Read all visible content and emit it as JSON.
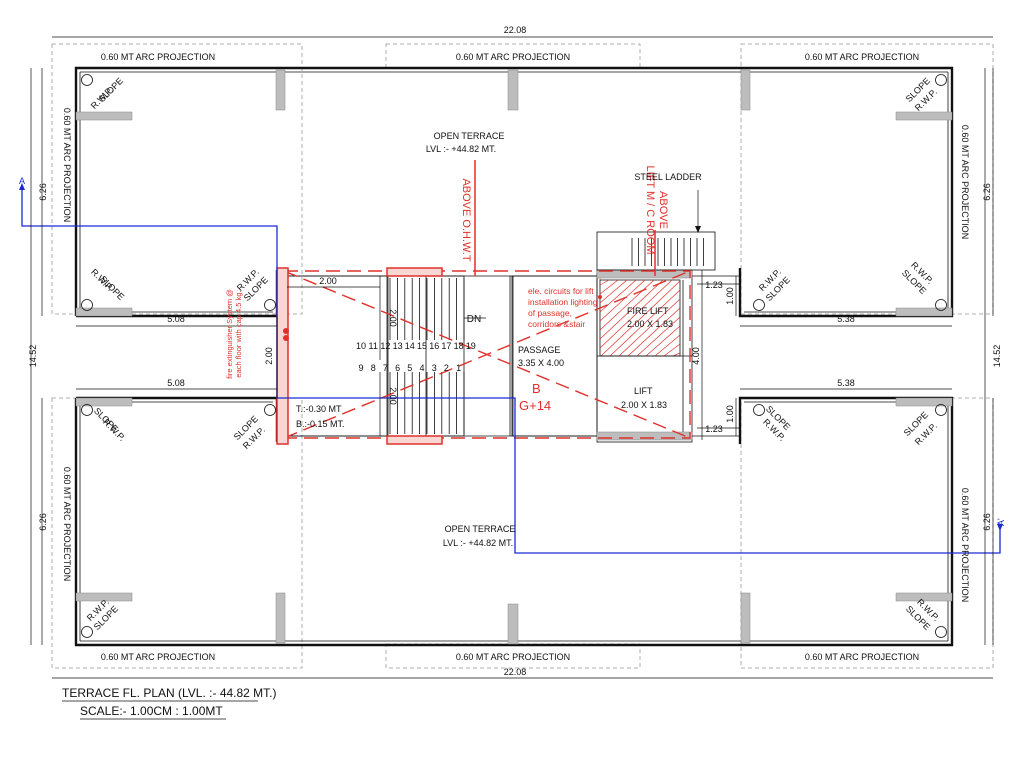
{
  "title": {
    "plan": "TERRACE FL. PLAN (LVL. :- 44.82 MT.)",
    "scale": "SCALE:- 1.00CM : 1.00MT"
  },
  "dimensions": {
    "overall_width": "22.08",
    "overall_depth": "14.52",
    "wing_depth": "6.26",
    "wing_width_left": "5.08",
    "wing_width_right": "5.38",
    "stair_width": "2.00",
    "stair_length": "2.00",
    "lift_gap": "1.23",
    "lift_offset": "1.00",
    "core_depth": "4.00"
  },
  "labels": {
    "arc_projection": "0.60 MT ARC PROJECTION",
    "open_terrace": "OPEN TERRACE",
    "terrace_level": "LVL :- +44.82 MT.",
    "above_ohwt": "ABOVE O.H.W.T",
    "above_lift_room_1": "ABOVE",
    "above_lift_room_2": "LIFT M / C ROOM",
    "steel_ladder": "STEEL LADDER",
    "rwp": "R.W.P.",
    "slope": "SLOPE",
    "dn": "DN",
    "passage": "PASSAGE",
    "passage_size": "3.35 X 4.00",
    "fire_lift": "FIRE LIFT",
    "fire_lift_size": "2.00 X 1.83",
    "lift": "LIFT",
    "lift_size": "2.00 X 1.83",
    "building_code": "B",
    "floors": "G+14",
    "level_t": "T.:-0.30 MT",
    "level_b": "B.:-0.15 MT.",
    "ele_note_1": "ele. circuits for lift",
    "ele_note_2": "installation lighting",
    "ele_note_3": "of passage,",
    "ele_note_4": "corridors &stair",
    "fire_note_1": "fire extinguisher System @",
    "fire_note_2": "each floor with cap 4.5 kg.",
    "section_a": "A",
    "section_a2": "A'"
  },
  "steps_upper": [
    "10",
    "11",
    "12",
    "13",
    "14",
    "15",
    "16",
    "17",
    "18",
    "19"
  ],
  "steps_lower": [
    "9",
    "8",
    "7",
    "6",
    "5",
    "4",
    "3",
    "2",
    "1"
  ],
  "colors": {
    "wall": "#111111",
    "fire_services": "#e0302a",
    "section_line": "#1a2bd6",
    "column": "#bdbdbd"
  }
}
